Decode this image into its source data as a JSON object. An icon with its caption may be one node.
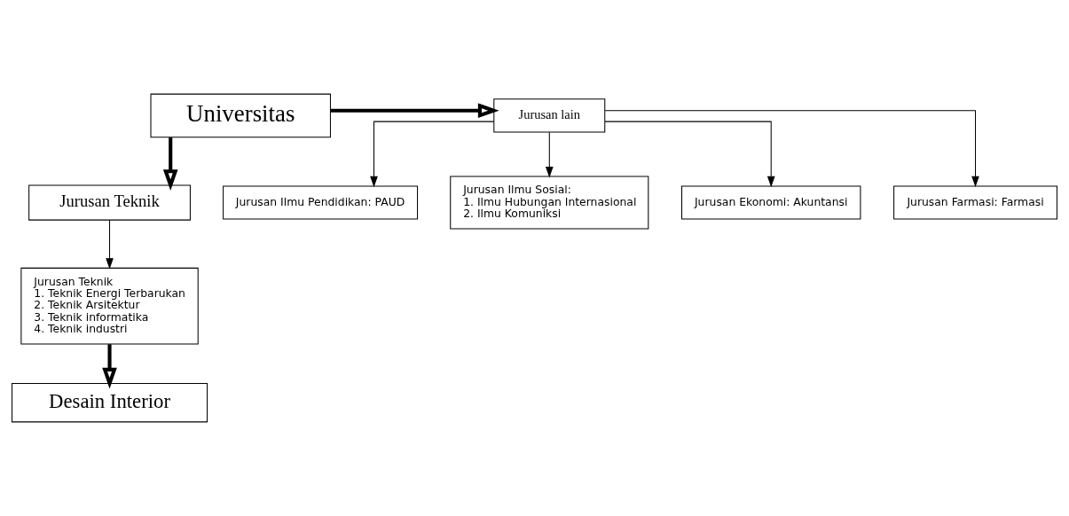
{
  "diagram": {
    "nodes": [
      {
        "text": [
          "Universitas"
        ]
      },
      {
        "text": [
          "Jurusan lain"
        ]
      },
      {
        "text": [
          "Jurusan Ilmu Pendidikan: PAUD"
        ]
      },
      {
        "text": [
          "Jurusan Ilmu Sosial:",
          "1. Ilmu Hubungan Internasional",
          "2. Ilmu Komuniksi"
        ]
      },
      {
        "text": [
          "Jurusan Teknik"
        ]
      },
      {
        "text": [
          "Jurusan Teknik",
          "1. Teknik Energi Terbarukan",
          "2. Teknik Arsitektur",
          "3. Teknik informatika",
          "4. Teknik industri"
        ]
      },
      {
        "text": [
          "Desain Interior"
        ]
      },
      {
        "text": [
          "Jurusan Ekonomi: Akuntansi"
        ]
      },
      {
        "text": [
          "Jurusan Farmasi: Farmasi"
        ]
      }
    ],
    "edges": [
      {
        "from": 0,
        "to": 1,
        "arrow": "to",
        "style": "thick"
      },
      {
        "from": 0,
        "to": 4,
        "arrow": "to",
        "style": "thick"
      },
      {
        "from": 1,
        "to": 2,
        "arrow": "to"
      },
      {
        "from": 1,
        "to": 3,
        "arrow": "to"
      },
      {
        "from": 1,
        "to": 7,
        "arrow": "to"
      },
      {
        "from": 1,
        "to": 8,
        "arrow": "to"
      },
      {
        "from": 4,
        "to": 5,
        "arrow": "to"
      },
      {
        "from": 5,
        "to": 6,
        "arrow": "to",
        "style": "thick"
      }
    ]
  }
}
